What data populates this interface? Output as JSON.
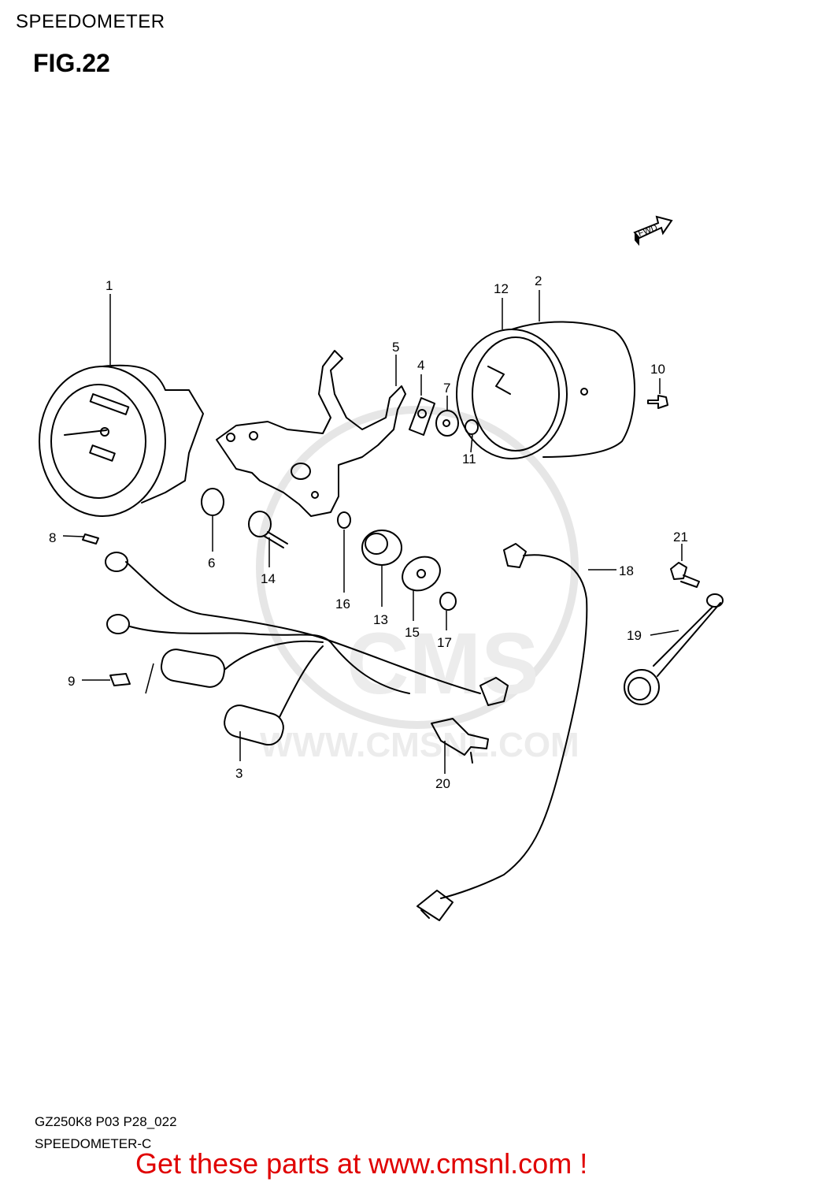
{
  "header": {
    "section": "SPEEDOMETER",
    "figure": "FIG.22"
  },
  "watermark": {
    "url": "WWW.CMSNL.COM",
    "brand": "CMS"
  },
  "fwd_label": "FWD",
  "callouts": [
    "1",
    "2",
    "3",
    "4",
    "5",
    "6",
    "7",
    "8",
    "9",
    "10",
    "11",
    "12",
    "13",
    "14",
    "15",
    "16",
    "17",
    "18",
    "19",
    "20",
    "21"
  ],
  "footer": {
    "code": "GZ250K8 P03 P28_022",
    "name": "SPEEDOMETER-C",
    "cta": "Get these parts at www.cmsnl.com !"
  },
  "colors": {
    "cta": "#e00000",
    "line": "#000000",
    "watermark": "#e6e6e6"
  }
}
